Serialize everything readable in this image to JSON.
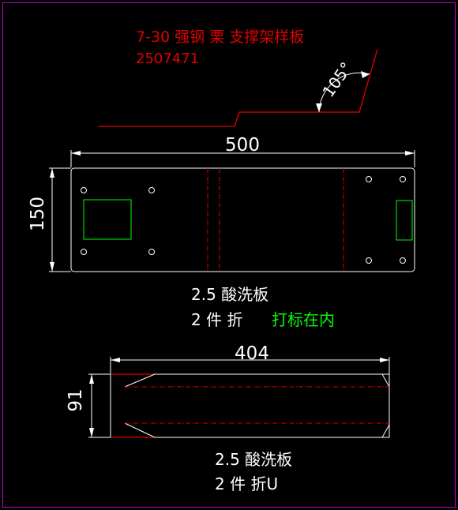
{
  "title": {
    "line1": "7-30 强钢 栗 支撑架样板",
    "line2": "2507471"
  },
  "profile": {
    "angle_label": "105°"
  },
  "plate1": {
    "width_label": "500",
    "height_label": "150",
    "spec": "2.5 酸洗板",
    "qty_fold": "2 件 折",
    "note": "打标在内"
  },
  "plate2": {
    "width_label": "404",
    "height_label": "91",
    "spec": "2.5 酸洗板",
    "qty_fold": "2 件 折U"
  },
  "colors": {
    "border": "#c000c0",
    "red": "#e00000",
    "green": "#00ff00",
    "white": "#ffffff"
  }
}
